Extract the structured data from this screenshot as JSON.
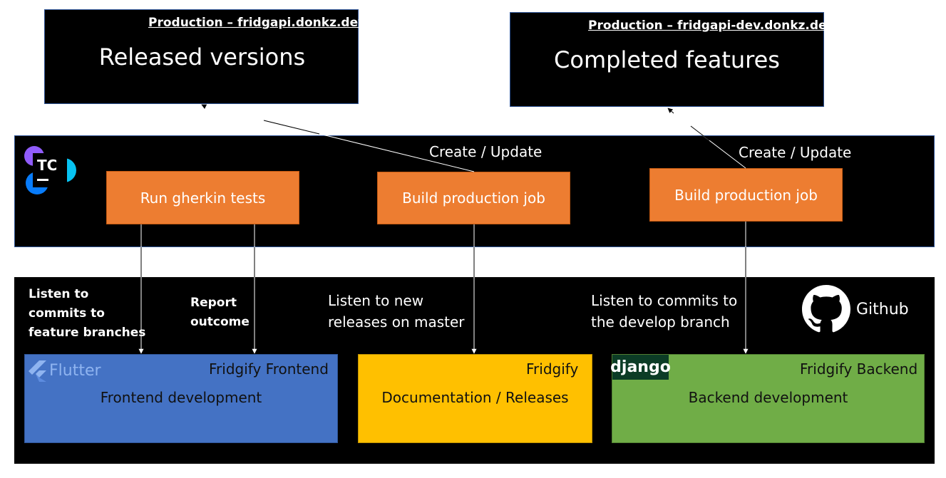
{
  "production": [
    {
      "env_label": "Production – fridgapi.donkz.dev",
      "title": "Released versions"
    },
    {
      "env_label": "Production – fridgapi-dev.donkz.dev",
      "title": "Completed features"
    }
  ],
  "teamcity": {
    "logo_text": "TC",
    "create_update_labels": [
      "Create / Update",
      "Create / Update"
    ],
    "jobs": [
      "Run gherkin tests",
      "Build production job",
      "Build production job"
    ]
  },
  "github": {
    "label": "Github",
    "listen_labels": {
      "feature_branches": [
        "Listen to",
        "commits to",
        "feature branches"
      ],
      "report_outcome": [
        "Report",
        "outcome"
      ],
      "master_releases": [
        "Listen to new",
        "releases on master"
      ],
      "develop_branch": [
        "Listen to commits to",
        "the develop branch"
      ]
    },
    "repos": [
      {
        "logo": "Flutter",
        "name": "Fridgify Frontend",
        "description": "Frontend development",
        "color": "#4472c4"
      },
      {
        "logo": "",
        "name": "Fridgify",
        "description": "Documentation / Releases",
        "color": "#ffc000"
      },
      {
        "logo": "django",
        "name": "Fridgify Backend",
        "description": "Backend development",
        "color": "#70ad47"
      }
    ]
  }
}
